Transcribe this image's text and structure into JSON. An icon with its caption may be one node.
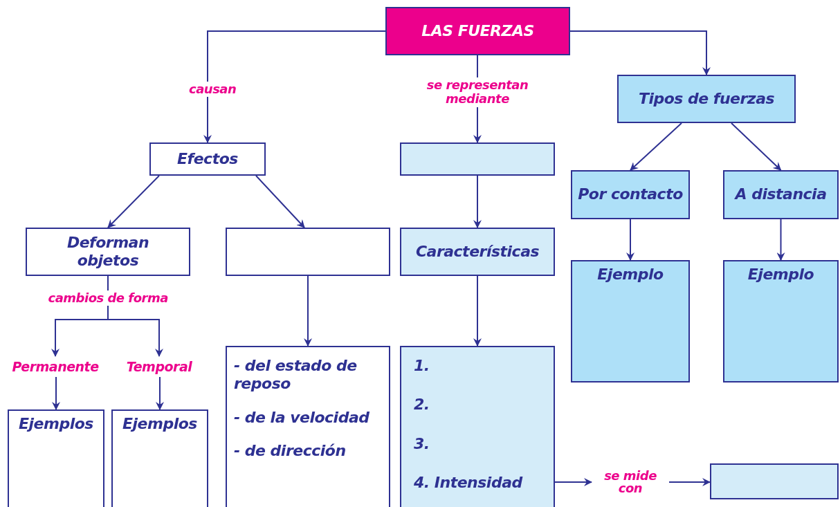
{
  "diagram": {
    "nodes": [
      {
        "text": [
          "LAS FUERZAS"
        ]
      },
      {
        "text": [
          "Efectos"
        ]
      },
      {
        "text": [],
        "shape": "box"
      },
      {
        "text": [
          "Tipos de fuerzas"
        ]
      },
      {
        "text": [
          "Deforman objetos"
        ]
      },
      {
        "text": [],
        "shape": "box"
      },
      {
        "text": [
          "Características"
        ]
      },
      {
        "text": [
          "Por contacto"
        ]
      },
      {
        "text": [
          "A distancia"
        ]
      },
      {
        "text": [
          "Ejemplo"
        ]
      },
      {
        "text": [
          "Ejemplo"
        ]
      },
      {
        "text": [
          "Permanente"
        ]
      },
      {
        "text": [
          "Temporal"
        ]
      },
      {
        "text": [
          "Ejemplos"
        ]
      },
      {
        "text": [
          "Ejemplos"
        ]
      },
      {
        "text": [
          "- del estado de reposo",
          "- de la velocidad",
          "- de dirección"
        ]
      },
      {
        "text": [
          "1.",
          "2.",
          "3.",
          "4. Intensidad"
        ]
      },
      {
        "text": [
          "se mide con"
        ]
      },
      {
        "text": [],
        "shape": "box"
      }
    ],
    "edges": [
      {
        "from": 0,
        "to": 1,
        "arrow": "to",
        "label": "causan"
      },
      {
        "from": 0,
        "to": 2,
        "arrow": "to",
        "label": "se representan mediante"
      },
      {
        "from": 0,
        "to": 3,
        "arrow": "to"
      },
      {
        "from": 1,
        "to": 4,
        "arrow": "to"
      },
      {
        "from": 1,
        "to": 5,
        "arrow": "to"
      },
      {
        "from": 2,
        "to": 6,
        "arrow": "to"
      },
      {
        "from": 3,
        "to": 7,
        "arrow": "to"
      },
      {
        "from": 3,
        "to": 8,
        "arrow": "to"
      },
      {
        "from": 4,
        "to": 11,
        "arrow": "to",
        "label": "cambios de forma"
      },
      {
        "from": 4,
        "to": 12,
        "arrow": "to"
      },
      {
        "from": 5,
        "to": 15,
        "arrow": "to"
      },
      {
        "from": 6,
        "to": 16,
        "arrow": "to"
      },
      {
        "from": 7,
        "to": 9,
        "arrow": "to"
      },
      {
        "from": 8,
        "to": 10,
        "arrow": "to"
      },
      {
        "from": 11,
        "to": 13,
        "arrow": "to"
      },
      {
        "from": 12,
        "to": 14,
        "arrow": "to"
      },
      {
        "from": 16,
        "to": 17,
        "arrow": "to"
      },
      {
        "from": 17,
        "to": 18,
        "arrow": "to"
      }
    ]
  }
}
